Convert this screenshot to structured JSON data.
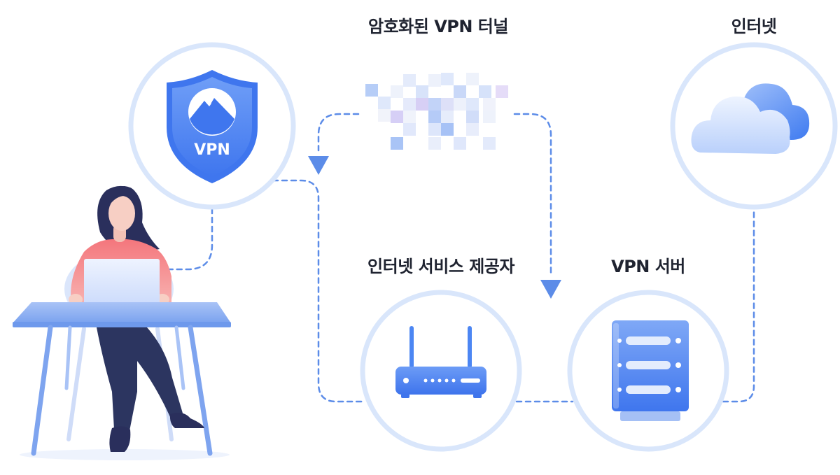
{
  "labels": {
    "tunnel": "암호화된 VPN 터널",
    "internet": "인터넷",
    "isp": "인터넷 서비스 제공자",
    "vpn_server": "VPN 서버"
  },
  "shield": {
    "text": "VPN"
  },
  "colors": {
    "ring": "#d9e6fb",
    "dashed_line": "#5c8ce8",
    "accent_blue": "#4c86f3",
    "light_blue": "#a8c4f7",
    "shirt": "#f27d83",
    "pants": "#2c3560",
    "hair": "#2a2f5c",
    "skin": "#f7cfc4"
  },
  "icons": [
    "vpn-shield-icon",
    "cloud-icon",
    "router-icon",
    "server-icon",
    "user-at-laptop-illustration"
  ]
}
